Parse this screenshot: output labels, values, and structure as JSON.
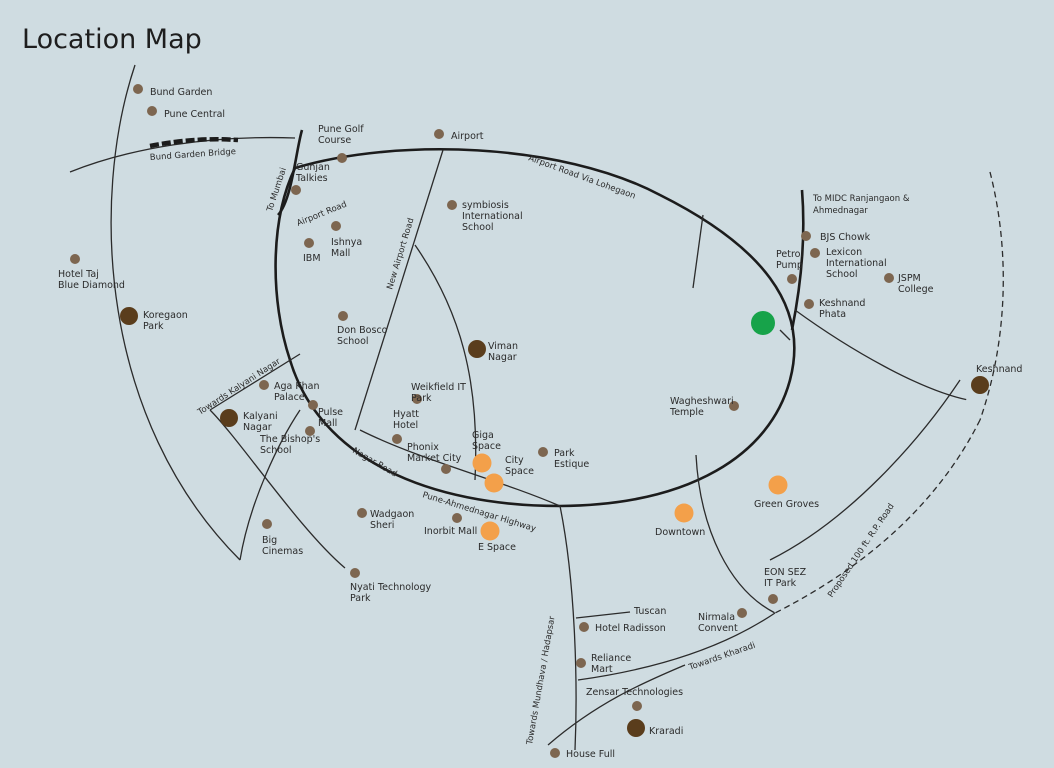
{
  "title": "Location Map",
  "colors": {
    "background": "#cfdce1",
    "small_marker": "#7d6650",
    "large_marker": "#5a3d1c",
    "project_marker": "#f3a04a",
    "site_marker": "#17a34a"
  },
  "places": [
    {
      "id": "bund-garden",
      "lines": [
        "Bund Garden"
      ],
      "marker": "small"
    },
    {
      "id": "pune-central",
      "lines": [
        "Pune Central"
      ],
      "marker": "small"
    },
    {
      "id": "pune-golf-course",
      "lines": [
        "Pune Golf",
        "Course"
      ],
      "marker": "small"
    },
    {
      "id": "airport",
      "lines": [
        "Airport"
      ],
      "marker": "small"
    },
    {
      "id": "gunjan-talkies",
      "lines": [
        "Gunjan",
        "Talkies"
      ],
      "marker": "small"
    },
    {
      "id": "symbiosis",
      "lines": [
        "symbiosis",
        "International",
        "School"
      ],
      "marker": "small"
    },
    {
      "id": "ishnya-mall",
      "lines": [
        "Ishnya",
        "Mall"
      ],
      "marker": "small"
    },
    {
      "id": "ibm",
      "lines": [
        "IBM"
      ],
      "marker": "small"
    },
    {
      "id": "hotel-taj",
      "lines": [
        "Hotel Taj",
        "Blue Diamond"
      ],
      "marker": "small"
    },
    {
      "id": "koregaon-park",
      "lines": [
        "Koregaon",
        "Park"
      ],
      "marker": "large"
    },
    {
      "id": "don-bosco",
      "lines": [
        "Don Bosco",
        "School"
      ],
      "marker": "small"
    },
    {
      "id": "viman-nagar",
      "lines": [
        "Viman",
        "Nagar"
      ],
      "marker": "large"
    },
    {
      "id": "aga-khan",
      "lines": [
        "Aga Khan",
        "Palace"
      ],
      "marker": "small"
    },
    {
      "id": "weikfield",
      "lines": [
        "Weikfield IT",
        "Park"
      ],
      "marker": "small"
    },
    {
      "id": "kalyani-nagar",
      "lines": [
        "Kalyani",
        "Nagar"
      ],
      "marker": "large"
    },
    {
      "id": "pulse-mall",
      "lines": [
        "Pulse",
        "Mall"
      ],
      "marker": "small"
    },
    {
      "id": "bishops-school",
      "lines": [
        "The Bishop's",
        "School"
      ],
      "marker": "small"
    },
    {
      "id": "hyatt",
      "lines": [
        "Hyatt",
        "Hotel"
      ],
      "marker": "small"
    },
    {
      "id": "phonix",
      "lines": [
        "Phonix",
        "Market City"
      ],
      "marker": "small"
    },
    {
      "id": "giga-space",
      "lines": [
        "Giga",
        "Space"
      ],
      "marker": "project"
    },
    {
      "id": "city-space",
      "lines": [
        "City",
        "Space"
      ],
      "marker": "project"
    },
    {
      "id": "park-estique",
      "lines": [
        "Park",
        "Estique"
      ],
      "marker": "small"
    },
    {
      "id": "wadgaon-sheri",
      "lines": [
        "Wadgaon",
        "Sheri"
      ],
      "marker": "small"
    },
    {
      "id": "inorbit-mall",
      "lines": [
        "Inorbit Mall"
      ],
      "marker": "small"
    },
    {
      "id": "e-space",
      "lines": [
        "E Space"
      ],
      "marker": "project"
    },
    {
      "id": "big-cinemas",
      "lines": [
        "Big",
        "Cinemas"
      ],
      "marker": "small"
    },
    {
      "id": "nyati",
      "lines": [
        "Nyati Technology",
        "Park"
      ],
      "marker": "small"
    },
    {
      "id": "bjs-chowk",
      "lines": [
        "BJS Chowk"
      ],
      "marker": "small"
    },
    {
      "id": "petrol-pump",
      "lines": [
        "Petrol",
        "Pump"
      ],
      "marker": "small"
    },
    {
      "id": "lexicon",
      "lines": [
        "Lexicon",
        "International",
        "School"
      ],
      "marker": "small"
    },
    {
      "id": "jspm",
      "lines": [
        "JSPM",
        "College"
      ],
      "marker": "small"
    },
    {
      "id": "keshnand-phata",
      "lines": [
        "Keshnand",
        "Phata"
      ],
      "marker": "small"
    },
    {
      "id": "site",
      "lines": [],
      "marker": "site"
    },
    {
      "id": "keshnand",
      "lines": [
        "Keshnand"
      ],
      "marker": "large"
    },
    {
      "id": "wagheshwari",
      "lines": [
        "Wagheshwari",
        "Temple"
      ],
      "marker": "small"
    },
    {
      "id": "green-groves",
      "lines": [
        "Green Groves"
      ],
      "marker": "project"
    },
    {
      "id": "downtown",
      "lines": [
        "Downtown"
      ],
      "marker": "project"
    },
    {
      "id": "eon-sez",
      "lines": [
        "EON SEZ",
        "IT Park"
      ],
      "marker": "small"
    },
    {
      "id": "nirmala",
      "lines": [
        "Nirmala",
        "Convent"
      ],
      "marker": "small"
    },
    {
      "id": "tuscan",
      "lines": [
        "Tuscan"
      ],
      "marker": "none"
    },
    {
      "id": "hotel-radisson",
      "lines": [
        "Hotel Radisson"
      ],
      "marker": "small"
    },
    {
      "id": "reliance-mart",
      "lines": [
        "Reliance",
        "Mart"
      ],
      "marker": "small"
    },
    {
      "id": "zensar",
      "lines": [
        "Zensar Technologies"
      ],
      "marker": "small"
    },
    {
      "id": "kraradi",
      "lines": [
        "Kraradi"
      ],
      "marker": "large"
    },
    {
      "id": "house-full",
      "lines": [
        "House Full"
      ],
      "marker": "small"
    }
  ],
  "roads": [
    {
      "id": "bund-garden-bridge",
      "label": "Bund Garden Bridge"
    },
    {
      "id": "to-mumbai",
      "label": "To Mumbai"
    },
    {
      "id": "airport-road",
      "label": "Airport Road"
    },
    {
      "id": "new-airport-road",
      "label": "New Airport Road"
    },
    {
      "id": "airport-road-lohegaon",
      "label": "Airport Road Via Lohegaon"
    },
    {
      "id": "towards-kalyani-nagar",
      "label": "Towards Kalyani Nagar"
    },
    {
      "id": "nagar-road",
      "label": "Nagar Road"
    },
    {
      "id": "pune-ahmednagar-highway",
      "label": "Pune-Ahmednagar Highway"
    },
    {
      "id": "towards-mundhava",
      "label": "Towards Mundhava / Hadapsar"
    },
    {
      "id": "towards-kharadi",
      "label": "Towards Kharadi"
    },
    {
      "id": "proposed-rp-road",
      "label": "Proposed 100 ft. R.P. Road"
    },
    {
      "id": "to-midc",
      "label": "To MIDC Ranjangaon &"
    },
    {
      "id": "to-midc-2",
      "label": "Ahmednagar"
    }
  ]
}
